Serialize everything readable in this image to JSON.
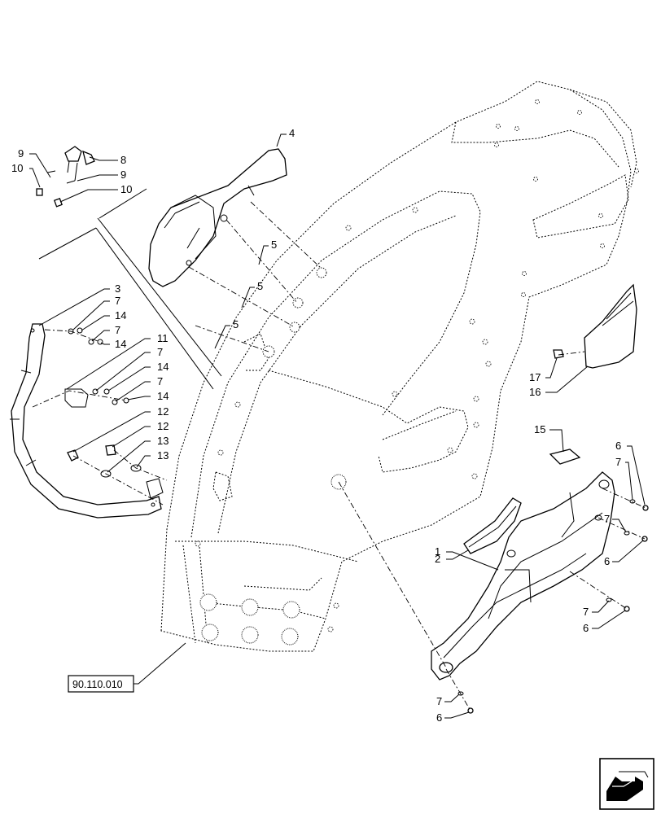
{
  "diagram": {
    "callouts": [
      {
        "id": "c-4a",
        "text": "4"
      },
      {
        "id": "c-5a",
        "text": "5"
      },
      {
        "id": "c-5b",
        "text": "5"
      },
      {
        "id": "c-5c",
        "text": "5"
      },
      {
        "id": "c-9a",
        "text": "9"
      },
      {
        "id": "c-8",
        "text": "8"
      },
      {
        "id": "c-10a",
        "text": "10"
      },
      {
        "id": "c-9b",
        "text": "9"
      },
      {
        "id": "c-10b",
        "text": "10"
      },
      {
        "id": "c-3",
        "text": "3"
      },
      {
        "id": "c-7a",
        "text": "7"
      },
      {
        "id": "c-14a",
        "text": "14"
      },
      {
        "id": "c-7b",
        "text": "7"
      },
      {
        "id": "c-14b",
        "text": "14"
      },
      {
        "id": "c-11",
        "text": "11"
      },
      {
        "id": "c-7c",
        "text": "7"
      },
      {
        "id": "c-14c",
        "text": "14"
      },
      {
        "id": "c-7d",
        "text": "7"
      },
      {
        "id": "c-14d",
        "text": "14"
      },
      {
        "id": "c-12a",
        "text": "12"
      },
      {
        "id": "c-12b",
        "text": "12"
      },
      {
        "id": "c-13a",
        "text": "13"
      },
      {
        "id": "c-13b",
        "text": "13"
      },
      {
        "id": "c-17",
        "text": "17"
      },
      {
        "id": "c-16",
        "text": "16"
      },
      {
        "id": "c-15",
        "text": "15"
      },
      {
        "id": "c-6a",
        "text": "6"
      },
      {
        "id": "c-7e",
        "text": "7"
      },
      {
        "id": "c-7f",
        "text": "7"
      },
      {
        "id": "c-6b",
        "text": "6"
      },
      {
        "id": "c-2",
        "text": "2"
      },
      {
        "id": "c-1",
        "text": "1"
      },
      {
        "id": "c-7g",
        "text": "7"
      },
      {
        "id": "c-6c",
        "text": "6"
      },
      {
        "id": "c-7h",
        "text": "7"
      },
      {
        "id": "c-6d",
        "text": "6"
      }
    ],
    "reference_label": "90.110.010",
    "nav_icon": "next-page-arrow-icon"
  }
}
